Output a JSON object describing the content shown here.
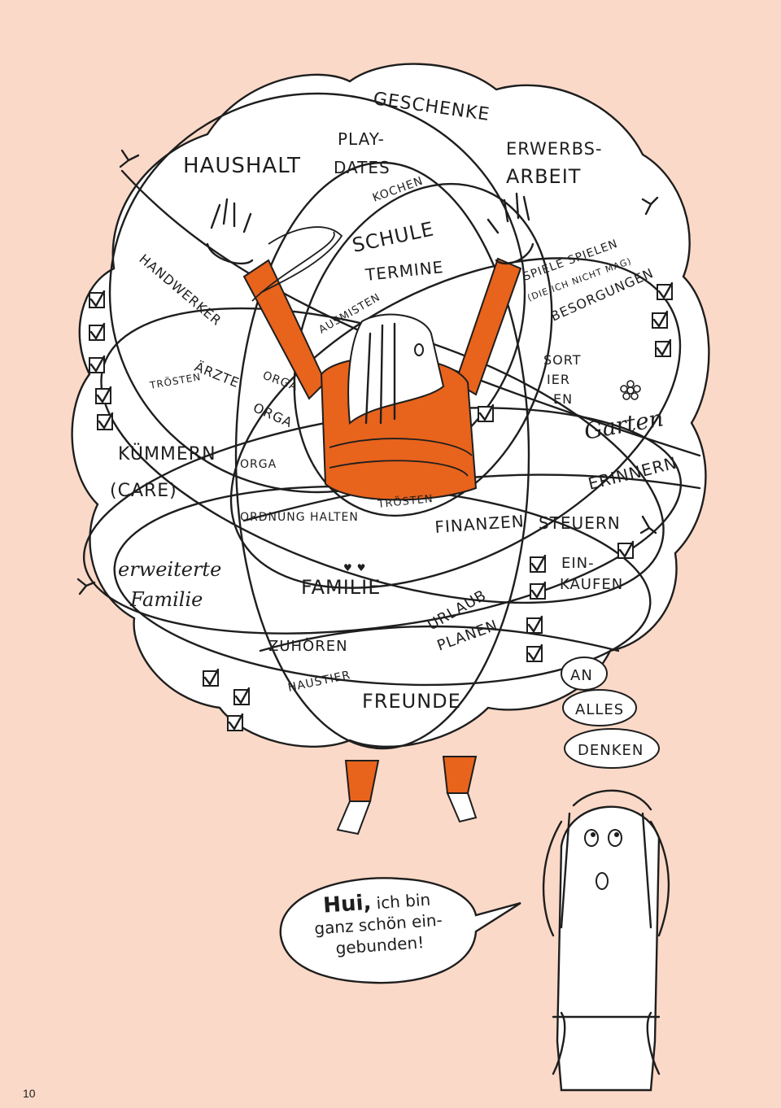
{
  "page_number": "10",
  "cloud_labels": {
    "geschenke": "GESCHENKE",
    "haushalt": "HAUSHALT",
    "play_dates_1": "PLAY-",
    "play_dates_2": "DATES",
    "erwerbs_1": "ERWERBS-",
    "erwerbs_2": "ARBEIT",
    "kochen": "KOCHEN",
    "schule": "SCHULE",
    "termine": "TERMINE",
    "spiele_1": "SPIELE SPIELEN",
    "spiele_2": "(DIE ICH NICHT MAG)",
    "besorgungen": "BESORGUNGEN",
    "handwerker": "HANDWERKER",
    "ausmisten": "AUSMISTEN",
    "sortieren_1": "SORT",
    "sortieren_2": "IER",
    "sortieren_3": "EN",
    "troesten_left": "TRÖSTEN",
    "aerzte": "ÄRZTE",
    "orga_1": "ORGA",
    "orga_2": "ORGA",
    "orga_3": "ORGA",
    "garten": "Garten",
    "kuemmern_1": "KÜMMERN",
    "kuemmern_2": "(CARE)",
    "erinnern": "ERINNERN",
    "troesten_center": "TRÖSTEN",
    "ordnung": "ORDNUNG HALTEN",
    "finanzen": "FINANZEN",
    "steuern": "STEUERN",
    "erweiterte_1": "erweiterte",
    "erweiterte_2": "Familie",
    "familie": "FAMILIE",
    "einkaufen_1": "EIN-",
    "einkaufen_2": "KAUFEN",
    "urlaub_1": "URLAUB",
    "urlaub_2": "PLANEN",
    "zuhoeren": "ZUHÖREN",
    "haustier": "HAUSTIER",
    "freunde": "FREUNDE"
  },
  "thought_bubbles": [
    "AN",
    "ALLES",
    "DENKEN"
  ],
  "speech": {
    "bold": "Hui,",
    "line1": " ich bin",
    "line2": "ganz schön ein-",
    "line3": "gebunden!"
  },
  "colors": {
    "background": "#fbd9c8",
    "accent_orange": "#e8631c",
    "ink": "#1e1e1e"
  }
}
